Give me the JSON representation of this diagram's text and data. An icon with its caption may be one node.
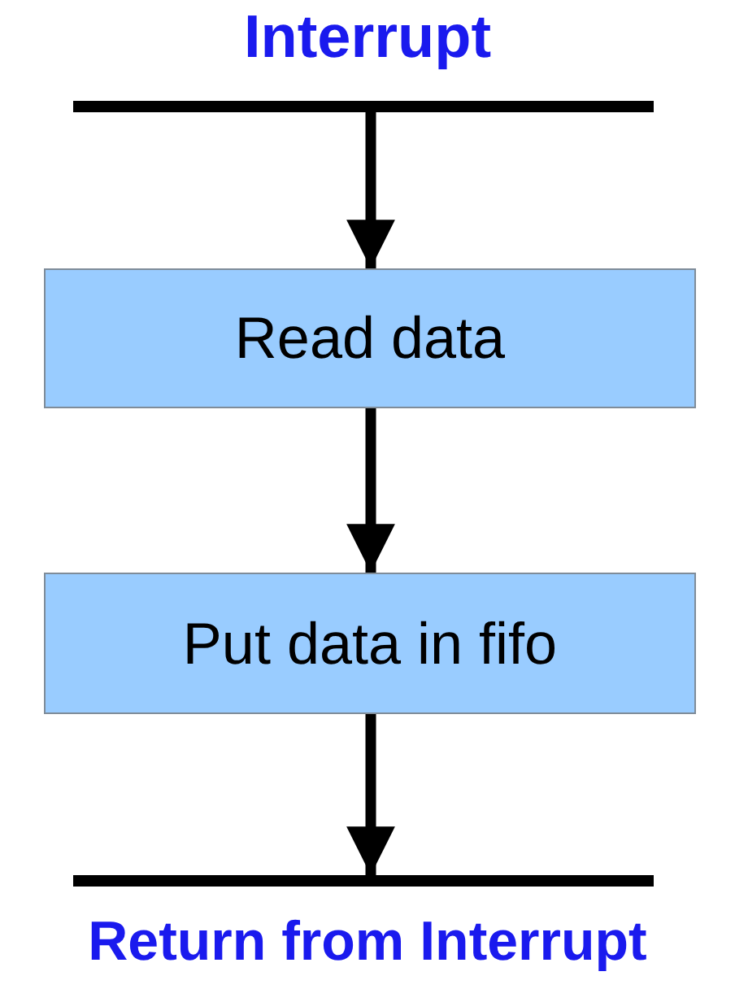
{
  "diagram": {
    "nodes": [
      {
        "text": [
          "Interrupt"
        ]
      },
      {
        "text": [
          "Read data"
        ]
      },
      {
        "text": [
          "Put data in fifo"
        ]
      },
      {
        "text": [
          "Return from Interrupt"
        ]
      }
    ],
    "edges": [
      {
        "from": 0,
        "to": 1,
        "arrow": "to"
      },
      {
        "from": 1,
        "to": 2,
        "arrow": "to"
      },
      {
        "from": 2,
        "to": 3,
        "arrow": "to"
      }
    ]
  }
}
